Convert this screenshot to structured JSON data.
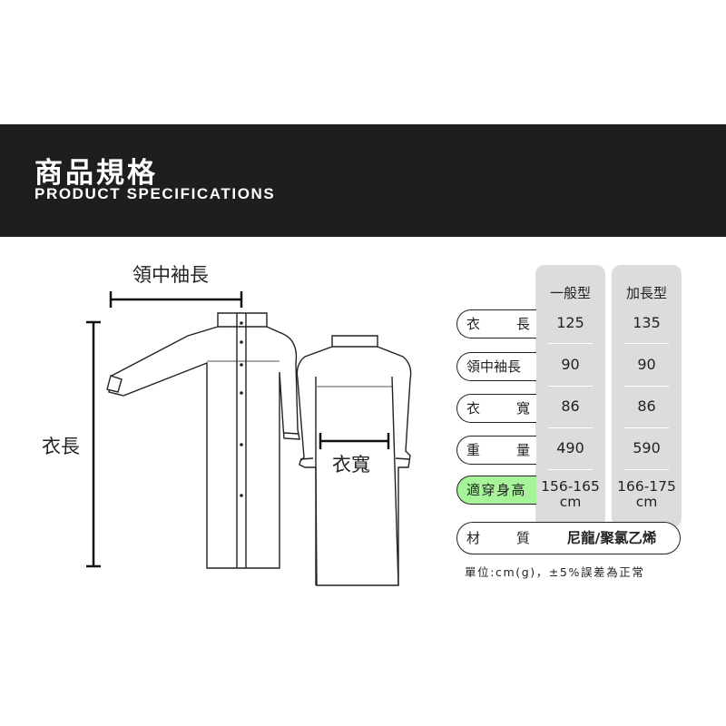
{
  "header": {
    "title": "商品規格",
    "subtitle": "PRODUCT SPECIFICATIONS",
    "background_color": "#1e1e1e"
  },
  "illustration": {
    "sleeve_label": "領中袖長",
    "length_label": "衣長",
    "width_label": "衣寬"
  },
  "spec_table": {
    "columns": [
      "一般型",
      "加長型"
    ],
    "rows": [
      {
        "label": "衣長",
        "values": [
          "125",
          "135"
        ],
        "highlight": false
      },
      {
        "label": "領中袖長",
        "values": [
          "90",
          "90"
        ],
        "highlight": false
      },
      {
        "label": "衣寬",
        "values": [
          "86",
          "86"
        ],
        "highlight": false
      },
      {
        "label": "重量",
        "values": [
          "490",
          "590"
        ],
        "highlight": false
      },
      {
        "label": "適穿身高",
        "values": [
          "156-165\ncm",
          "166-175\ncm"
        ],
        "highlight": true
      }
    ],
    "highlight_color": "#a6f39a",
    "column_color": "#dcdcdc"
  },
  "material": {
    "label": "材質",
    "value": "尼龍/聚氯乙烯"
  },
  "footnote": "單位:cm(g)，±5%誤差為正常"
}
